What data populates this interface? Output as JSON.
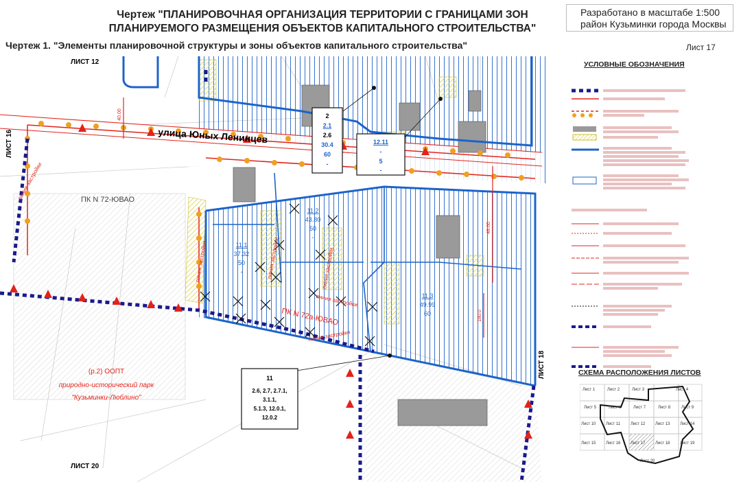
{
  "header": {
    "title_line1": "Чертеж \"ПЛАНИРОВОЧНАЯ ОРГАНИЗАЦИЯ ТЕРРИТОРИИ С ГРАНИЦАМИ ЗОН",
    "title_line2": "ПЛАНИРУЕМОГО РАЗМЕЩЕНИЯ ОБЪЕКТОВ КАПИТАЛЬНОГО СТРОИТЕЛЬСТВА\"",
    "subtitle": "Чертеж 1. \"Элементы планировочной структуры и зоны объектов капитального строительства\"",
    "scale_line1": "Разработано в масштабе 1:500",
    "scale_line2": "район Кузьминки города Москвы",
    "sheet": "Лист 17"
  },
  "map": {
    "sheet_refs": {
      "top": "ЛИСТ 12",
      "left": "ЛИСТ 16",
      "right": "ЛИСТ 18",
      "bottom": "ЛИСТ 20"
    },
    "street": "улица Юных Ленинцев",
    "pk_top": "ПК N 72-ЮВАО",
    "pk_mid": "ПК N 72а-ЮВАО",
    "oopt_line1": "(р.2)  ООПТ",
    "oopt_line2": "природно-исторический парк",
    "oopt_line3": "\"Кузьминки-Люблино\"",
    "boundary_label": "линия застройки",
    "dim_top": "40.00",
    "dim_right": "48.00",
    "dim_right2": "180.0",
    "zone_2": {
      "lines": [
        "2",
        "2.1",
        "2.6",
        "30.4",
        "60",
        "-"
      ]
    },
    "zone_1211": {
      "lines": [
        "12.11",
        "-",
        "5",
        "-"
      ]
    },
    "zone_111": {
      "lines": [
        "11.1",
        "37.32",
        "50",
        "-"
      ]
    },
    "zone_112": {
      "lines": [
        "11.2",
        "43.80",
        "50",
        "-"
      ]
    },
    "zone_113": {
      "lines": [
        "11.3",
        "49.99",
        "60",
        "-"
      ]
    },
    "zone_11": {
      "lines": [
        "11",
        "2.6, 2.7, 2.7.1,",
        "3.1.1,",
        "5.1.3, 12.0.1,",
        "12.0.2"
      ]
    }
  },
  "legend": {
    "title": "УСЛОВНЫЕ ОБОЗНАЧЕНИЯ",
    "scheme_title": "СХЕМА РАСПОЛОЖЕНИЯ ЛИСТОВ",
    "scheme_sheets": [
      "Лист 1",
      "Лист 2",
      "Лист 3",
      "Лист 4",
      "Лист 5",
      "Лист 6",
      "Лист 7",
      "Лист 8",
      "Лист 9",
      "Лист 10",
      "Лист 11",
      "Лист 12",
      "Лист 13",
      "Лист 14",
      "Лист 15",
      "Лист 16",
      "Лист 17",
      "Лист 18",
      "Лист 19",
      "Лист 20"
    ]
  },
  "colors": {
    "blue": "#1c63c9",
    "red": "#e2231a",
    "orange": "#f0a020",
    "navy": "#1a1a8c",
    "grey": "#9a9a9a",
    "yellow_hatch": "#e8e36a"
  }
}
